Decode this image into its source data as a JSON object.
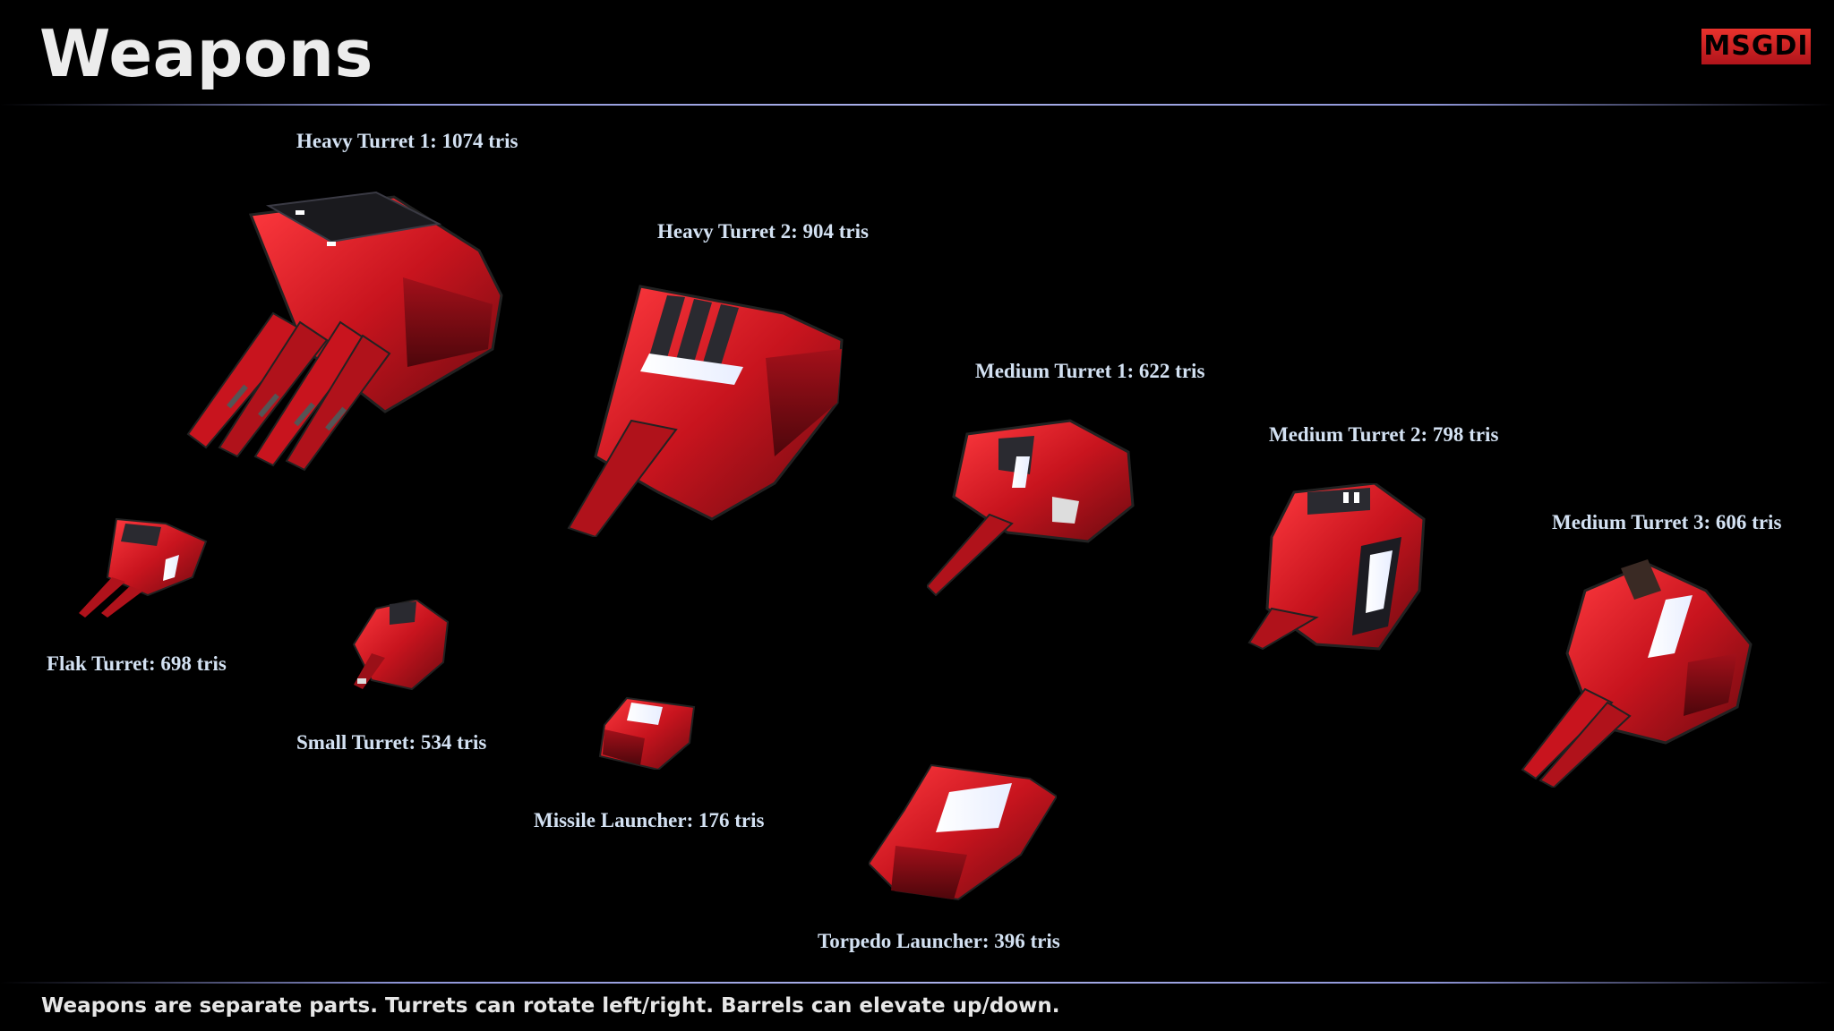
{
  "header": {
    "title": "Weapons",
    "logo_text": "MSGDI"
  },
  "weapons": [
    {
      "id": "heavy-turret-1",
      "label": "Heavy Turret 1: 1074 tris"
    },
    {
      "id": "heavy-turret-2",
      "label": "Heavy Turret 2: 904 tris"
    },
    {
      "id": "medium-turret-1",
      "label": "Medium Turret 1: 622 tris"
    },
    {
      "id": "medium-turret-2",
      "label": "Medium Turret 2: 798 tris"
    },
    {
      "id": "medium-turret-3",
      "label": "Medium Turret 3: 606 tris"
    },
    {
      "id": "flak-turret",
      "label": "Flak Turret: 698 tris"
    },
    {
      "id": "small-turret",
      "label": "Small Turret: 534 tris"
    },
    {
      "id": "missile-launcher",
      "label": "Missile Launcher: 176 tris"
    },
    {
      "id": "torpedo-launcher",
      "label": "Torpedo Launcher: 396 tris"
    }
  ],
  "footer": {
    "note": "Weapons are separate parts. Turrets can rotate left/right. Barrels can elevate up/down."
  },
  "colors": {
    "background": "#000000",
    "model_red": "#c8141e",
    "label_text": "#d3e1f2",
    "rule_line": "#aab0ea",
    "logo_red": "#d8232a"
  }
}
